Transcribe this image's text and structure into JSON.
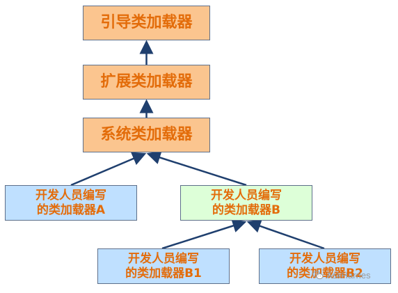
{
  "diagram": {
    "nodes": [
      {
        "key": "bootstrap",
        "label": "引导类加载器"
      },
      {
        "key": "extension",
        "label": "扩展类加载器"
      },
      {
        "key": "system",
        "label": "系统类加载器"
      },
      {
        "key": "dev_a",
        "label": "开发人员编写\n的类加载器A"
      },
      {
        "key": "dev_b",
        "label": "开发人员编写\n的类加载器B"
      },
      {
        "key": "dev_b1",
        "label": "开发人员编写\n的类加载器B1"
      },
      {
        "key": "dev_b2",
        "label": "开发人员编写\n的类加载器B2"
      }
    ],
    "edges": [
      {
        "from": "extension",
        "to": "bootstrap"
      },
      {
        "from": "system",
        "to": "extension"
      },
      {
        "from": "dev_a",
        "to": "system"
      },
      {
        "from": "dev_b",
        "to": "system"
      },
      {
        "from": "dev_b1",
        "to": "dev_b"
      },
      {
        "from": "dev_b2",
        "to": "dev_b"
      }
    ],
    "colors": {
      "orange_fill": "#fbc58f",
      "blue_fill": "#bfe0ff",
      "green_fill": "#ddffd8",
      "text": "#e36c0a",
      "arrow": "#1f3f6e",
      "border": "#5d6f8a"
    }
  },
  "watermark": {
    "text": "AskHarries",
    "icon": "wechat-icon"
  }
}
